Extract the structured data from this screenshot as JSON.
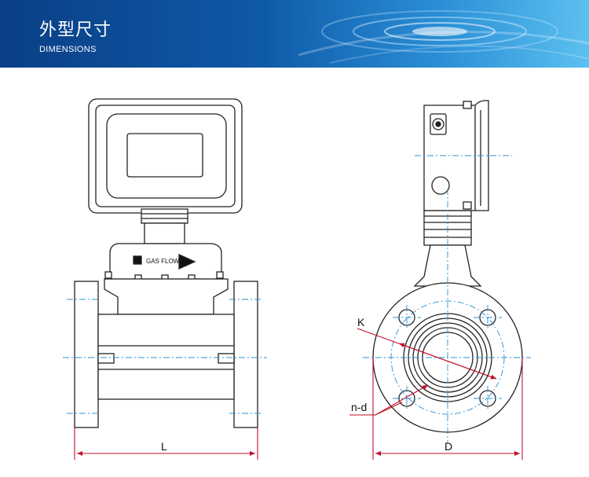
{
  "header": {
    "title": "外型尺寸",
    "subtitle": "DIMENSIONS"
  },
  "drawing": {
    "flow_label": "GAS FLOW",
    "dim_length": "L",
    "dim_diameter": "D",
    "dim_bolt_circle": "K",
    "dim_holes": "n-d"
  },
  "colors": {
    "banner_dark": "#0a3f86",
    "banner_light": "#5cc0f0",
    "line": "#222222",
    "centerline": "#2b8fd1",
    "dimension": "#c0102a"
  }
}
